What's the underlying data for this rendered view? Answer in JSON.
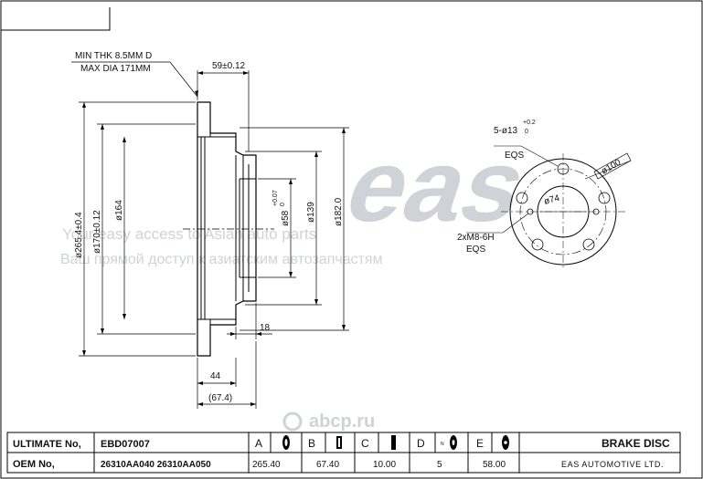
{
  "notes": {
    "min_thk": "MIN THK 8.5MM D",
    "max_dia": "MAX DIA 171MM"
  },
  "dims": {
    "offset": "59±0.12",
    "d265": "ø265.4±0.4",
    "d170": "ø170±0.12",
    "d164": "ø164",
    "d58": "ø58",
    "d58_tol_up": "+0.07",
    "d58_tol_lo": "0",
    "d139": "ø139",
    "d182": "ø182.0",
    "t18": "18",
    "w44": "44",
    "w67": "(67.4)"
  },
  "bolt_view": {
    "holes": "5-ø13",
    "holes_tol_up": "+0.2",
    "holes_tol_lo": "0",
    "eqs_top": "EQS",
    "d74": "ø74",
    "d100": "ø100",
    "threads": "2xM8-6H",
    "eqs_bottom": "EQS"
  },
  "watermark": {
    "logo": "eas",
    "slogan_en": "Your easy access to Asian auto parts",
    "slogan_ru": "Ваш прямой доступ к азиатским автозапчастям",
    "site": "abcp.ru"
  },
  "table": {
    "ultimate_label": "ULTIMATE No,",
    "ultimate_value": "EBD07007",
    "oem_label": "OEM No,",
    "oem_value": "26310AA040  26310AA050",
    "columns": [
      {
        "letter": "A",
        "icon": "outer-diameter-icon",
        "value": "265.40"
      },
      {
        "letter": "B",
        "icon": "height-icon",
        "value": "67.40"
      },
      {
        "letter": "C",
        "icon": "thickness-icon",
        "value": "10.00"
      },
      {
        "letter": "D",
        "icon": "bolt-holes-icon",
        "value": "5"
      },
      {
        "letter": "E",
        "icon": "center-bore-icon",
        "value": "58.00"
      }
    ],
    "product": "BRAKE DISC",
    "company": "EAS AUTOMOTIVE LTD."
  }
}
